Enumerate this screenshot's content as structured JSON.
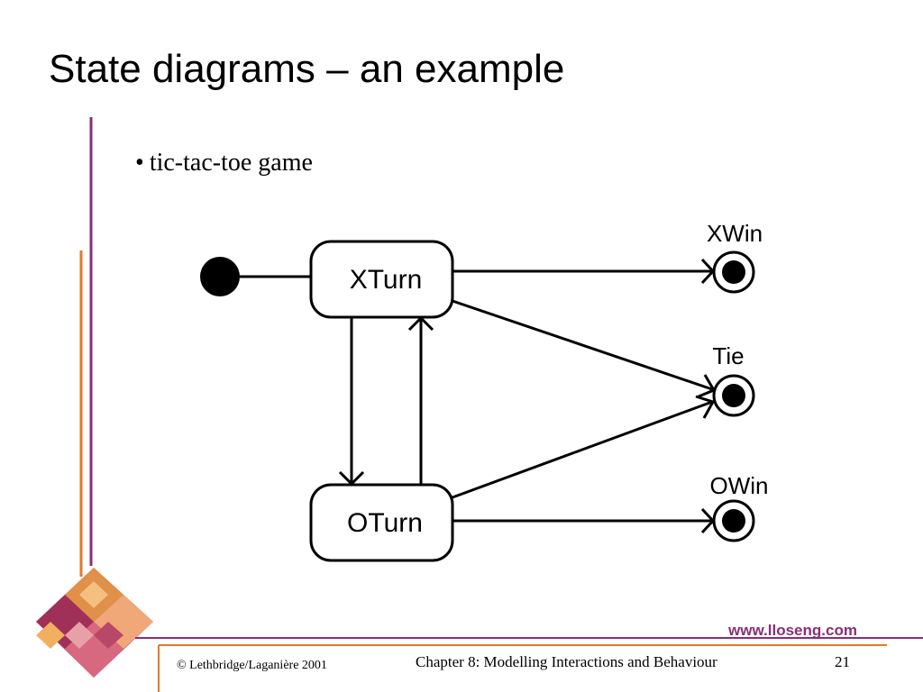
{
  "slide": {
    "title": "State diagrams – an example",
    "bullet": "tic-tac-toe game"
  },
  "diagram": {
    "states": [
      {
        "id": "xturn",
        "label": "XTurn"
      },
      {
        "id": "oturn",
        "label": "OTurn"
      }
    ],
    "final_states": [
      {
        "id": "xwin",
        "label": "XWin"
      },
      {
        "id": "tie",
        "label": "Tie"
      },
      {
        "id": "owin",
        "label": "OWin"
      }
    ],
    "transitions": [
      {
        "from": "initial",
        "to": "xturn"
      },
      {
        "from": "xturn",
        "to": "xwin"
      },
      {
        "from": "xturn",
        "to": "tie"
      },
      {
        "from": "xturn",
        "to": "oturn"
      },
      {
        "from": "oturn",
        "to": "xturn"
      },
      {
        "from": "oturn",
        "to": "tie"
      },
      {
        "from": "oturn",
        "to": "owin"
      }
    ]
  },
  "footer": {
    "copyright": "© Lethbridge/Laganière 2001",
    "chapter": "Chapter 8: Modelling Interactions and Behaviour",
    "page": "21",
    "url": "www.lloseng.com"
  },
  "colors": {
    "accent_orange": "#e07a2a",
    "accent_purple": "#8a2e7a"
  }
}
